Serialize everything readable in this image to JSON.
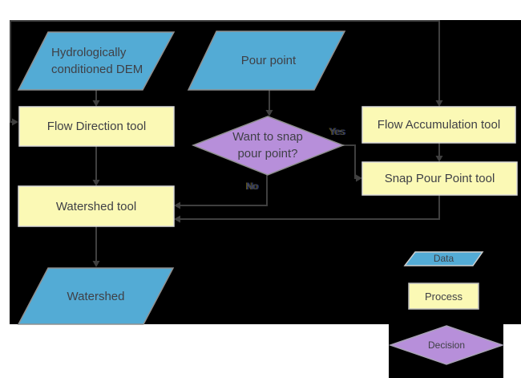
{
  "colors": {
    "page_background": "#FFFFFF",
    "diagram_background": "#000000",
    "data_fill": "#53ABD5",
    "process_fill": "#FBF9B5",
    "decision_fill": "#B78FDA",
    "connector": "#3F3F3F"
  },
  "nodes": {
    "dem": {
      "label": "Hydrologically conditioned DEM",
      "type": "data"
    },
    "pour_point": {
      "label": "Pour point",
      "type": "data"
    },
    "flow_direction": {
      "label": "Flow Direction tool",
      "type": "process"
    },
    "flow_accumulation": {
      "label": "Flow Accumulation tool",
      "type": "process"
    },
    "snap_decision": {
      "label": "Want to snap pour point?",
      "type": "decision"
    },
    "snap_pour_point": {
      "label": "Snap Pour Point tool",
      "type": "process"
    },
    "watershed_tool": {
      "label": "Watershed tool",
      "type": "process"
    },
    "watershed": {
      "label": "Watershed",
      "type": "data"
    }
  },
  "edge_labels": {
    "yes": "Yes",
    "no": "No"
  },
  "legend": {
    "data": "Data",
    "process": "Process",
    "decision": "Decision"
  }
}
